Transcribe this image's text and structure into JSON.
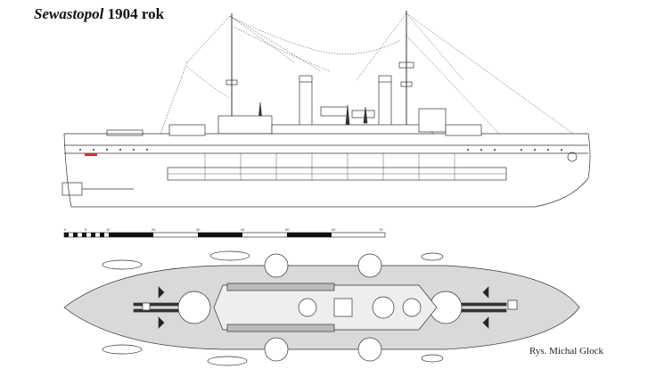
{
  "title": {
    "ship_name": "Sewastopol",
    "year": "1904 rok"
  },
  "credit": "Rys. Michal Glock",
  "scale_bar": {
    "labels": [
      "0",
      "5",
      "10",
      "20",
      "30",
      "40",
      "50",
      "60",
      "70"
    ]
  },
  "colors": {
    "line": "#333333",
    "deck": "#d9d9d9",
    "scale_dark": "#111111"
  }
}
